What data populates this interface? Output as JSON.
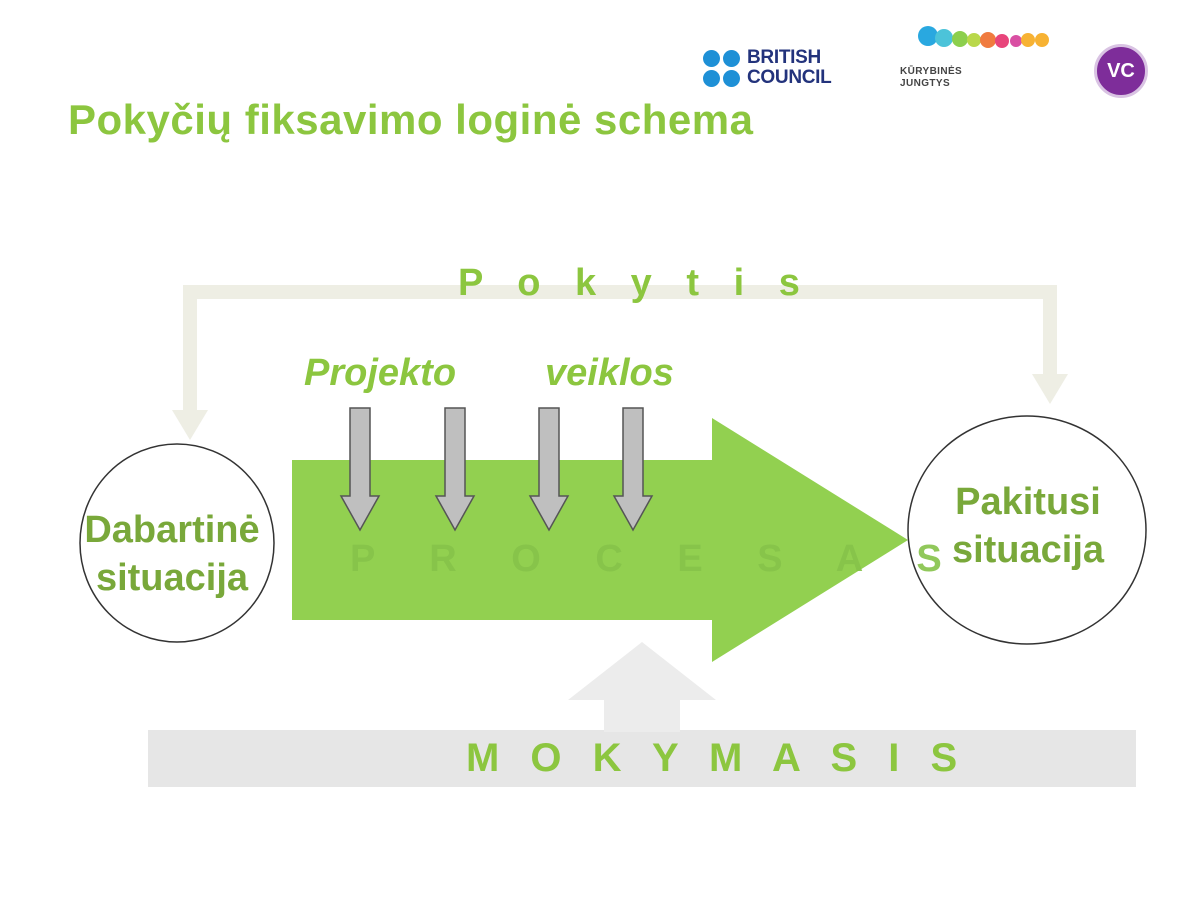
{
  "title": "Pokyčių fiksavimo loginė schema",
  "logos": {
    "british_council": {
      "line1": "BRITISH",
      "line2": "COUNCIL"
    },
    "kurybines_jungtys": {
      "line1": "KŪRYBINĖS",
      "line2": "JUNGTYS"
    },
    "vc": {
      "text": "VC"
    }
  },
  "diagram": {
    "change_label": "P o k y t i s",
    "activities_word1": "Projekto",
    "activities_word2": "veiklos",
    "process_label": "P R O C E S A S",
    "current_state": {
      "line1": "Dabartinė",
      "line2": "situacija"
    },
    "changed_state": {
      "line1": "Pakitusi",
      "line2": "situacija"
    },
    "learning_label": "M O K Y M A S I S"
  },
  "colors": {
    "title_green": "#8cc63f",
    "process_arrow": "#92d050",
    "connector_gray": "#eeeee4",
    "activity_arrow": "#bfbfbf",
    "learning_bar": "#e6e6e6"
  }
}
